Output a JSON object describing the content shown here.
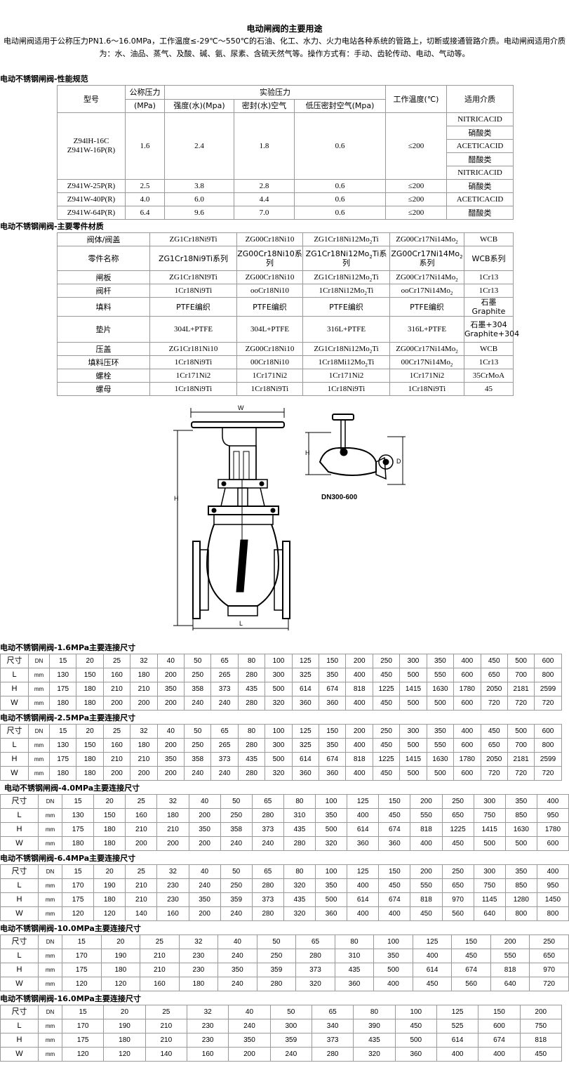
{
  "title": "电动闸阀的主要用途",
  "intro": "电动闸阀适用于公称压力PN1.6～16.0MPa，工作温度≤-29℃～550℃的石油、化工、水力、火力电站各种系统的管路上，切断或接通管路介质。电动闸阀适用介质为：水、油品、蒸气、及酸、碱、氨、尿素、含硫天然气等。操作方式有：手动、齿轮传动、电动、气动等。",
  "spec_section": {
    "heading": "电动不锈钢闸阀-性能规范",
    "headers": {
      "model": "型号",
      "pressure": "公称压力",
      "pressure_unit": "(MPa)",
      "test_pressure": "实验压力",
      "strength": "强度(水)(Mpa)",
      "seal_water": "密封(水)空气",
      "low_seal": "低压密封空气(Mpa)",
      "temp": "工作温度(℃)",
      "medium": "适用介质"
    },
    "group_model_1": "Z94lH-16C",
    "group_model_2": "Z941W-16P(R)",
    "group_values": [
      "1.6",
      "2.4",
      "1.8",
      "0.6",
      "≤200"
    ],
    "media": [
      "NITRICACID",
      "硝酸类",
      "ACETICACID",
      "醋酸类",
      "NITRICACID",
      "硝酸类",
      "ACETICACID",
      "醋酸类"
    ],
    "rows": [
      [
        "Z941W-25P(R)",
        "2.5",
        "3.8",
        "2.8",
        "0.6",
        "≤200"
      ],
      [
        "Z941W-40P(R)",
        "4.0",
        "6.0",
        "4.4",
        "0.6",
        "≤200"
      ],
      [
        "Z941W-64P(R)",
        "6.4",
        "9.6",
        "7.0",
        "0.6",
        "≤200"
      ]
    ]
  },
  "material_section": {
    "heading": "电动不锈钢闸阀-主要零件材质",
    "rows": [
      {
        "label": "阀体/阀盖",
        "cells": [
          "ZG1Cr18Ni9Ti",
          "ZG00Cr18Ni10",
          "ZG1Cr18Ni12Mo",
          "ZG00Cr17Ni14Mo",
          "WCB"
        ],
        "subs": [
          "",
          "",
          "2",
          "2",
          ""
        ],
        "tails": [
          "",
          "",
          "Ti",
          "",
          ""
        ]
      },
      {
        "label": "零件名称",
        "cells": [
          "ZG1Cr18Ni9Ti系列",
          "ZG00Cr18Ni10系列",
          "ZG1Cr18Ni12Mo",
          "ZG00Cr17Ni14Mo",
          "WCB系列"
        ],
        "subs": [
          "",
          "",
          "2",
          "2",
          ""
        ],
        "tails": [
          "",
          "",
          "Ti系列",
          "系列",
          ""
        ]
      },
      {
        "label": "闸板",
        "cells": [
          "ZG1Cr18NI9Ti",
          "ZG00Cr18Ni10",
          "ZG1Cr18Ni12Mo",
          "ZG00Cr17Ni14Mo",
          "1Cr13"
        ],
        "subs": [
          "",
          "",
          "2",
          "2",
          ""
        ],
        "tails": [
          "",
          "",
          "Ti",
          "",
          ""
        ]
      },
      {
        "label": "阀杆",
        "cells": [
          "1Cr18Ni9Ti",
          "ooCr18Ni10",
          "1Cr18Ni12Mo",
          "ooCr17Ni14Mo",
          "1Cr13"
        ],
        "subs": [
          "",
          "",
          "2",
          "2",
          ""
        ],
        "tails": [
          "",
          "",
          "Ti",
          "",
          ""
        ]
      },
      {
        "label": "填料",
        "cells": [
          "PTFE编织",
          "PTFE编织",
          "PTFE编织",
          "PTFE编织",
          "石墨Graphite"
        ],
        "subs": [
          "",
          "",
          "",
          "",
          ""
        ],
        "tails": [
          "",
          "",
          "",
          "",
          ""
        ]
      },
      {
        "label": "垫片",
        "cells": [
          "304L+PTFE",
          "304L+PTFE",
          "316L+PTFE",
          "316L+PTFE",
          "石墨+304 Graphite+304"
        ],
        "subs": [
          "",
          "",
          "",
          "",
          ""
        ],
        "tails": [
          "",
          "",
          "",
          "",
          ""
        ]
      },
      {
        "label": "压盖",
        "cells": [
          "ZG1Cr181Ni10",
          "ZG00Cr18Ni10",
          "ZG1Cr18Ni12Mo",
          "ZG00Cr17Ni14Mo",
          "WCB"
        ],
        "subs": [
          "",
          "",
          "2",
          "2",
          ""
        ],
        "tails": [
          "",
          "",
          "Ti",
          "",
          ""
        ]
      },
      {
        "label": "填料压环",
        "cells": [
          "1Cr18Ni9Ti",
          "00Cr18Ni10",
          "1Cr18Mi12Mo",
          "00Cr17Ni14Mo",
          "1Cr13"
        ],
        "subs": [
          "",
          "",
          "2",
          "2",
          ""
        ],
        "tails": [
          "",
          "",
          "Ti",
          "",
          ""
        ]
      },
      {
        "label": "螺栓",
        "cells": [
          "1Cr171Ni2",
          "1Cr171Ni2",
          "1Cr171Ni2",
          "1Cr171Ni2",
          "35CrMoA"
        ],
        "subs": [
          "",
          "",
          "",
          "",
          ""
        ],
        "tails": [
          "",
          "",
          "",
          "",
          ""
        ]
      },
      {
        "label": "螺母",
        "cells": [
          "1Cr18Ni9Ti",
          "1Cr18Ni9Ti",
          "1Cr18Ni9Ti",
          "1Cr18Ni9Ti",
          "45"
        ],
        "subs": [
          "",
          "",
          "",
          "",
          ""
        ],
        "tails": [
          "",
          "",
          "",
          "",
          ""
        ]
      }
    ]
  },
  "drawing": {
    "labels": {
      "w": "W",
      "h": "H",
      "l": "L",
      "h2": "H",
      "d": "D"
    },
    "caption": "DN300-600"
  },
  "dim_tables": [
    {
      "heading": "电动不锈钢闸阀-1.6MPa主要连接尺寸",
      "unit_header": "DN",
      "rows": [
        {
          "label": "尺寸",
          "unit": "DN",
          "values": [
            "15",
            "20",
            "25",
            "32",
            "40",
            "50",
            "65",
            "80",
            "100",
            "125",
            "150",
            "200",
            "250",
            "300",
            "350",
            "400",
            "450",
            "500",
            "600"
          ]
        },
        {
          "label": "L",
          "unit": "mm",
          "values": [
            "130",
            "150",
            "160",
            "180",
            "200",
            "250",
            "265",
            "280",
            "300",
            "325",
            "350",
            "400",
            "450",
            "500",
            "550",
            "600",
            "650",
            "700",
            "800"
          ]
        },
        {
          "label": "H",
          "unit": "mm",
          "values": [
            "175",
            "180",
            "210",
            "210",
            "350",
            "358",
            "373",
            "435",
            "500",
            "614",
            "674",
            "818",
            "1225",
            "1415",
            "1630",
            "1780",
            "2050",
            "2181",
            "2599"
          ]
        },
        {
          "label": "W",
          "unit": "mm",
          "values": [
            "180",
            "180",
            "200",
            "200",
            "200",
            "240",
            "240",
            "280",
            "320",
            "360",
            "360",
            "400",
            "450",
            "500",
            "500",
            "600",
            "720",
            "720",
            "720"
          ]
        }
      ]
    },
    {
      "heading": "电动不锈钢闸阀-2.5MPa主要连接尺寸",
      "rows": [
        {
          "label": "尺寸",
          "unit": "DN",
          "values": [
            "15",
            "20",
            "25",
            "32",
            "40",
            "50",
            "65",
            "80",
            "100",
            "125",
            "150",
            "200",
            "250",
            "300",
            "350",
            "400",
            "450",
            "500",
            "600"
          ]
        },
        {
          "label": "L",
          "unit": "mm",
          "values": [
            "130",
            "150",
            "160",
            "180",
            "200",
            "250",
            "265",
            "280",
            "300",
            "325",
            "350",
            "400",
            "450",
            "500",
            "550",
            "600",
            "650",
            "700",
            "800"
          ]
        },
        {
          "label": "H",
          "unit": "mm",
          "values": [
            "175",
            "180",
            "210",
            "210",
            "350",
            "358",
            "373",
            "435",
            "500",
            "614",
            "674",
            "818",
            "1225",
            "1415",
            "1630",
            "1780",
            "2050",
            "2181",
            "2599"
          ]
        },
        {
          "label": "W",
          "unit": "mm",
          "values": [
            "180",
            "180",
            "200",
            "200",
            "200",
            "240",
            "240",
            "280",
            "320",
            "360",
            "360",
            "400",
            "450",
            "500",
            "500",
            "600",
            "720",
            "720",
            "720"
          ]
        }
      ]
    },
    {
      "heading": "电动不锈钢闸阀-4.0MPa主要连接尺寸",
      "rows": [
        {
          "label": "尺寸",
          "unit": "DN",
          "values": [
            "15",
            "20",
            "25",
            "32",
            "40",
            "50",
            "65",
            "80",
            "100",
            "125",
            "150",
            "200",
            "250",
            "300",
            "350",
            "400"
          ]
        },
        {
          "label": "L",
          "unit": "mm",
          "values": [
            "130",
            "150",
            "160",
            "180",
            "200",
            "250",
            "280",
            "310",
            "350",
            "400",
            "450",
            "550",
            "650",
            "750",
            "850",
            "950"
          ]
        },
        {
          "label": "H",
          "unit": "mm",
          "values": [
            "175",
            "180",
            "210",
            "210",
            "350",
            "358",
            "373",
            "435",
            "500",
            "614",
            "674",
            "818",
            "1225",
            "1415",
            "1630",
            "1780"
          ]
        },
        {
          "label": "W",
          "unit": "mm",
          "values": [
            "180",
            "180",
            "200",
            "200",
            "200",
            "240",
            "240",
            "280",
            "320",
            "360",
            "360",
            "400",
            "450",
            "500",
            "500",
            "600"
          ]
        }
      ]
    },
    {
      "heading": "电动不锈钢闸阀-6.4MPa主要连接尺寸",
      "rows": [
        {
          "label": "尺寸",
          "unit": "DN",
          "values": [
            "15",
            "20",
            "25",
            "32",
            "40",
            "50",
            "65",
            "80",
            "100",
            "125",
            "150",
            "200",
            "250",
            "300",
            "350",
            "400"
          ]
        },
        {
          "label": "L",
          "unit": "mm",
          "values": [
            "170",
            "190",
            "210",
            "230",
            "240",
            "250",
            "280",
            "320",
            "350",
            "400",
            "450",
            "550",
            "650",
            "750",
            "850",
            "950"
          ]
        },
        {
          "label": "H",
          "unit": "mm",
          "values": [
            "175",
            "180",
            "210",
            "230",
            "350",
            "359",
            "373",
            "435",
            "500",
            "614",
            "674",
            "818",
            "970",
            "1145",
            "1280",
            "1450"
          ]
        },
        {
          "label": "W",
          "unit": "mm",
          "values": [
            "120",
            "120",
            "140",
            "160",
            "200",
            "240",
            "280",
            "320",
            "360",
            "400",
            "400",
            "450",
            "560",
            "640",
            "800",
            "800"
          ]
        }
      ]
    },
    {
      "heading": "电动不锈钢闸阀-10.0MPa主要连接尺寸",
      "rows": [
        {
          "label": "尺寸",
          "unit": "DN",
          "values": [
            "15",
            "20",
            "25",
            "32",
            "40",
            "50",
            "65",
            "80",
            "100",
            "125",
            "150",
            "200",
            "250"
          ]
        },
        {
          "label": "L",
          "unit": "mm",
          "values": [
            "170",
            "190",
            "210",
            "230",
            "240",
            "250",
            "280",
            "310",
            "350",
            "400",
            "450",
            "550",
            "650"
          ]
        },
        {
          "label": "H",
          "unit": "mm",
          "values": [
            "175",
            "180",
            "210",
            "230",
            "350",
            "359",
            "373",
            "435",
            "500",
            "614",
            "674",
            "818",
            "970"
          ]
        },
        {
          "label": "W",
          "unit": "mm",
          "values": [
            "120",
            "120",
            "160",
            "180",
            "240",
            "280",
            "320",
            "360",
            "400",
            "450",
            "560",
            "640",
            "720"
          ]
        }
      ]
    },
    {
      "heading": "电动不锈钢闸阀-16.0MPa主要连接尺寸",
      "rows": [
        {
          "label": "尺寸",
          "unit": "DN",
          "values": [
            "15",
            "20",
            "25",
            "32",
            "40",
            "50",
            "65",
            "80",
            "100",
            "125",
            "150",
            "200"
          ]
        },
        {
          "label": "L",
          "unit": "mm",
          "values": [
            "170",
            "190",
            "210",
            "230",
            "240",
            "300",
            "340",
            "390",
            "450",
            "525",
            "600",
            "750"
          ]
        },
        {
          "label": "H",
          "unit": "mm",
          "values": [
            "175",
            "180",
            "210",
            "230",
            "350",
            "359",
            "373",
            "435",
            "500",
            "614",
            "674",
            "818"
          ]
        },
        {
          "label": "W",
          "unit": "mm",
          "values": [
            "120",
            "120",
            "140",
            "160",
            "200",
            "240",
            "280",
            "320",
            "360",
            "400",
            "400",
            "450"
          ]
        }
      ]
    }
  ]
}
